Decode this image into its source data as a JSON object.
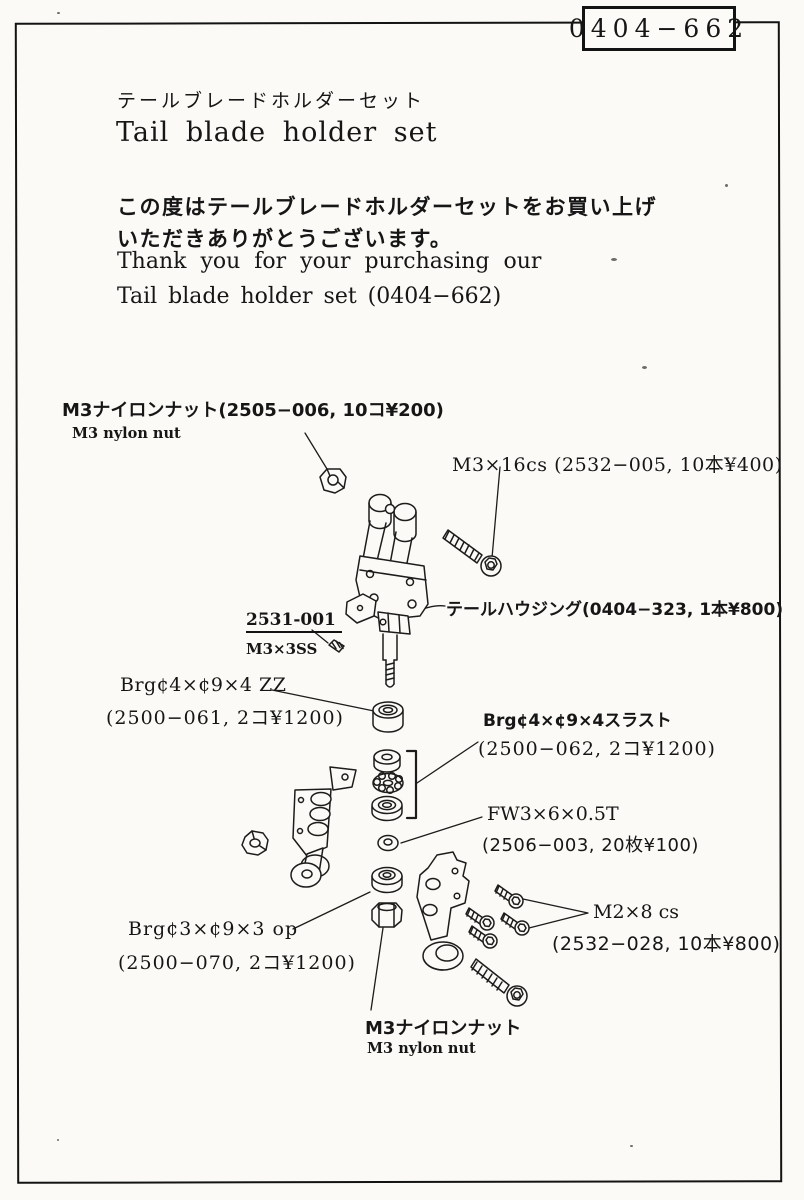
{
  "doc": {
    "part_number": "0404−662",
    "title_jp": "テールブレードホルダーセット",
    "title_en": "Tail blade holder set",
    "intro_jp_1": "この度はテールブレードホルダーセットをお買い上げ",
    "intro_jp_2": "いただきありがとうございます。",
    "intro_en_1": "Thank you for your purchasing our",
    "intro_en_2": "Tail blade holder set (0404−662)"
  },
  "parts": {
    "nylon_nut_top": {
      "label_jp": "M3ナイロンナット(2505−006, 10コ¥200)",
      "label_en": "M3 nylon nut"
    },
    "m3x16_screw": {
      "label": "M3×16cs (2532−005, 10本¥400)"
    },
    "tail_housing": {
      "label": "テールハウジング(0404−323, 1本¥800)"
    },
    "set_screw": {
      "part_no": "2531-001",
      "size": "M3×3SS"
    },
    "bearing_zz": {
      "line1": "Brg¢4×¢9×4 ZZ",
      "line2": "(2500−061, 2コ¥1200)"
    },
    "thrust_bearing": {
      "line1": "Brg¢4×¢9×4スラスト",
      "line2": "(2500−062, 2コ¥1200)"
    },
    "flat_washer": {
      "line1": "FW3×6×0.5T",
      "line2": "(2506−003, 20枚¥100)"
    },
    "m2x8_screws": {
      "line1": "M2×8 cs",
      "line2": "(2532−028, 10本¥800)"
    },
    "bearing_open": {
      "line1": "Brg¢3×¢9×3 op",
      "line2": "(2500−070, 2コ¥1200)"
    },
    "nylon_nut_bottom": {
      "label_jp": "M3ナイロンナット",
      "label_en": "M3 nylon nut"
    }
  }
}
